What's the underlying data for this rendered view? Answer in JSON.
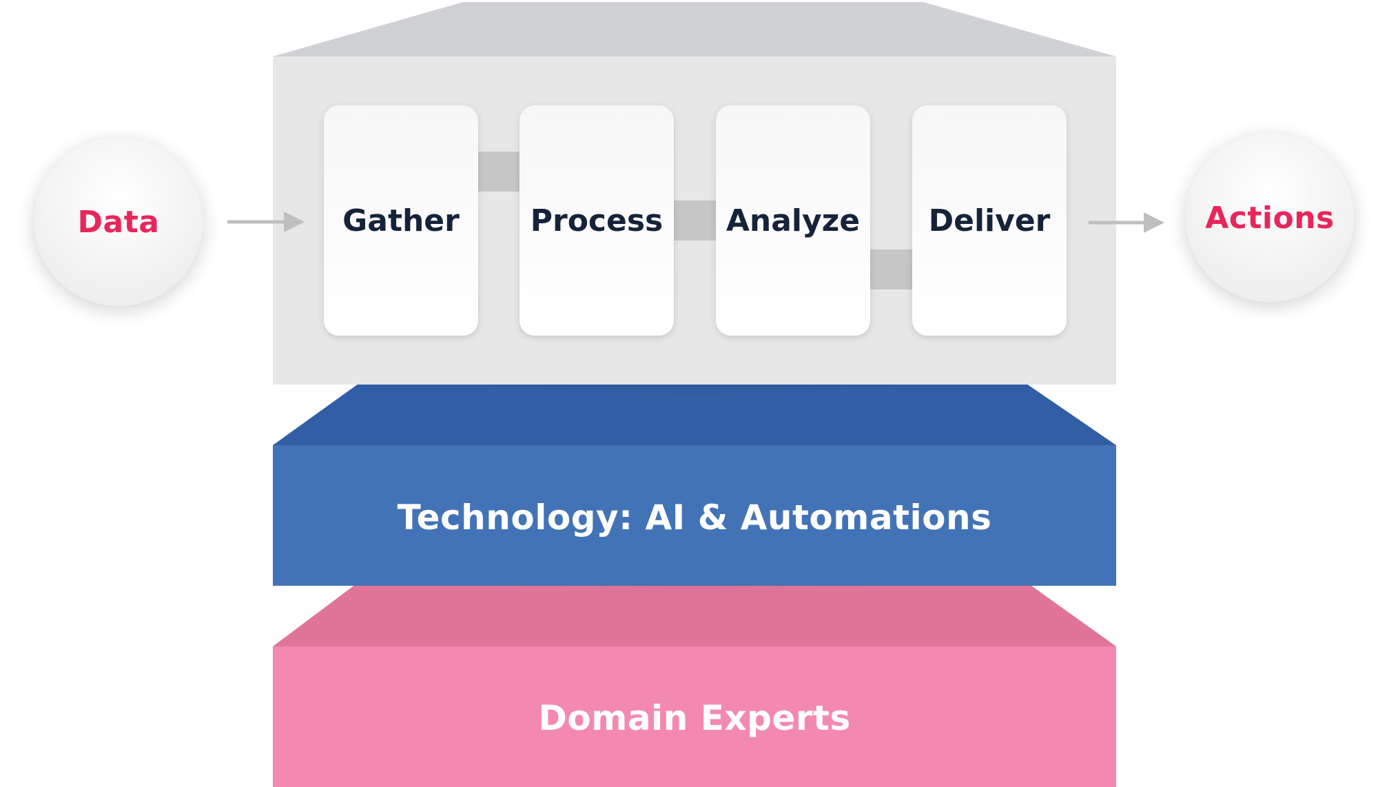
{
  "endpoints": {
    "input": "Data",
    "output": "Actions"
  },
  "pipeline": {
    "stages": [
      {
        "label": "Gather"
      },
      {
        "label": "Process"
      },
      {
        "label": "Analyze"
      },
      {
        "label": "Deliver"
      }
    ]
  },
  "layers": {
    "technology": "Technology: AI & Automations",
    "experts": "Domain Experts"
  },
  "colors": {
    "accent_text": "#e8265a",
    "stage_text": "#15233a",
    "pipeline_top": "#d0d1d4",
    "pipeline_front": "#e7e7e8",
    "connector": "#c6c6c7",
    "technology_top": "#315ea4",
    "technology_front": "#4373b7",
    "experts_top": "#e07499",
    "experts_front": "#f389b1",
    "arrow": "#bfbfc1"
  }
}
